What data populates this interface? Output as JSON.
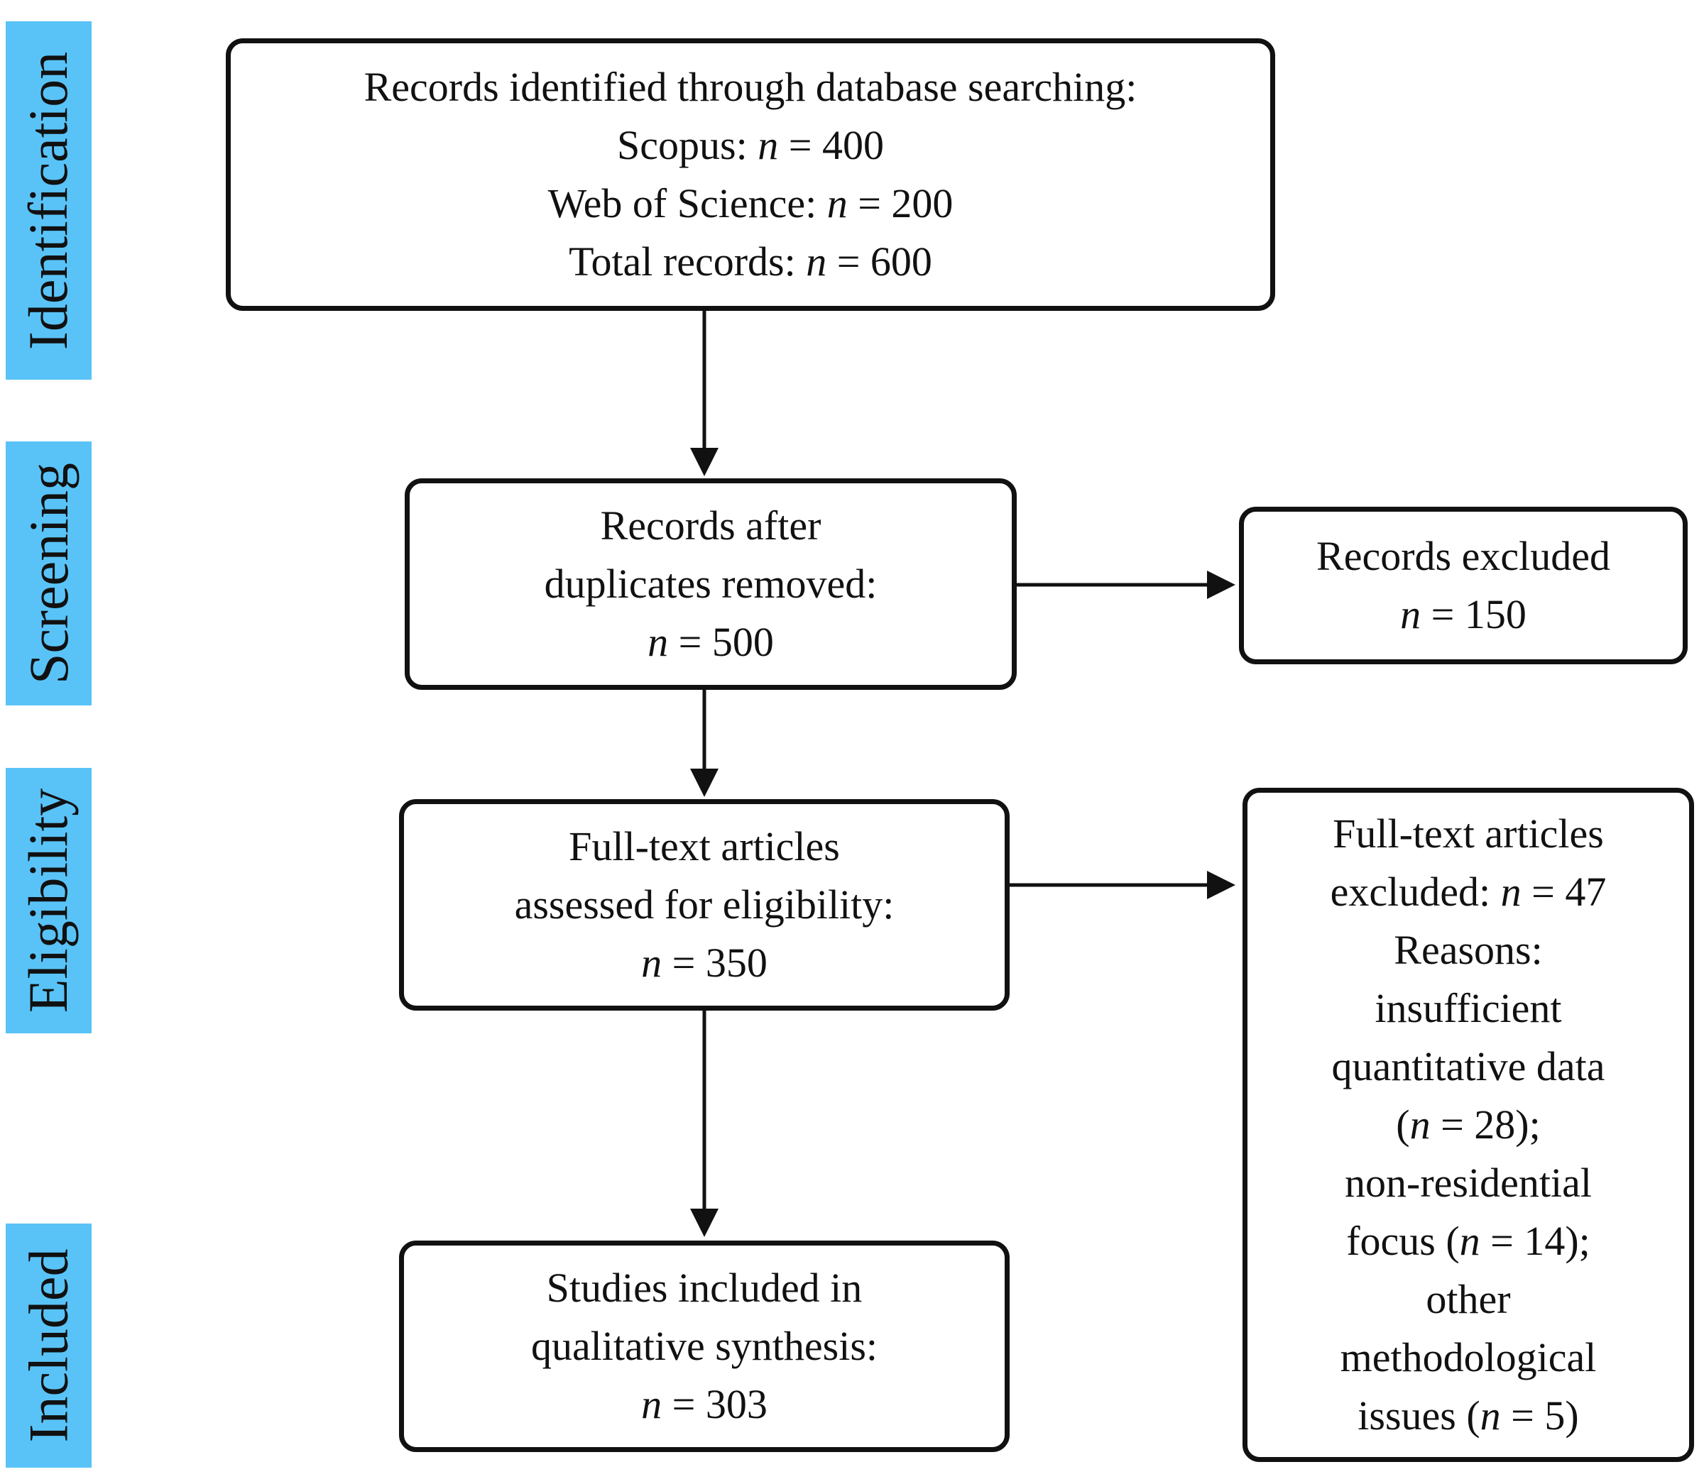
{
  "stages": {
    "identification": "Identification",
    "screening": "Screening",
    "eligibility": "Eligibility",
    "included": "Included"
  },
  "boxes": {
    "identified": {
      "line1": "Records identified through database searching:",
      "scopus_label": "Scopus: ",
      "scopus_n": "n",
      "scopus_value": " = 400",
      "wos_label": "Web of Science: ",
      "wos_n": "n",
      "wos_value": " = 200",
      "total_label": "Total records: ",
      "total_n": "n",
      "total_value": " = 600"
    },
    "after_duplicates": {
      "line1": "Records after",
      "line2": "duplicates removed:",
      "n": "n",
      "value": " = 500"
    },
    "records_excluded": {
      "line1": "Records excluded",
      "n": "n",
      "value": " = 150"
    },
    "full_text_assessed": {
      "line1": "Full-text articles",
      "line2": "assessed for eligibility:",
      "n": "n",
      "value": " = 350"
    },
    "full_text_excluded": {
      "line1": "Full-text articles",
      "line2_label": "excluded: ",
      "line2_n": "n",
      "line2_value": " = 47",
      "line3": "Reasons:",
      "line4": "insufficient",
      "line5": "quantitative data",
      "line6_open": "(",
      "line6_n": "n",
      "line6_close": " = 28);",
      "line7": "non-residential",
      "line8_label": "focus (",
      "line8_n": "n",
      "line8_close": " = 14);",
      "line9": "other",
      "line10": "methodological",
      "line11_label": "issues (",
      "line11_n": "n",
      "line11_close": " = 5)"
    },
    "included": {
      "line1": "Studies included in",
      "line2": "qualitative synthesis:",
      "n": "n",
      "value": " = 303"
    }
  },
  "colors": {
    "stage_band": "#59c3f7",
    "stroke": "#111111",
    "background": "#ffffff"
  }
}
